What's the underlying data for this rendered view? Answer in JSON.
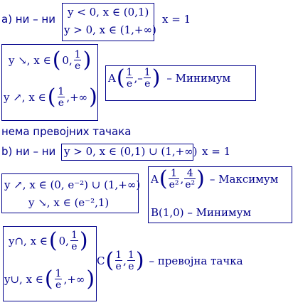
{
  "a": {
    "label": "a) ни – ни",
    "cond1": "y < 0, x ∈ (0,1)",
    "cond2": "y > 0, x ∈ (1,+∞)",
    "asym": "x = 1",
    "mono1_pre": "y ↘, x ∈",
    "mono1_open": "0,",
    "mono1_frac_num": "1",
    "mono1_frac_den": "e",
    "mono2_pre": "y ↗, x ∈",
    "mono2_frac_num": "1",
    "mono2_frac_den": "e",
    "mono2_close": ",+∞",
    "pointA_pre": "A",
    "pointA_fx_num": "1",
    "pointA_fx_den": "e",
    "pointA_sep": ",–",
    "pointA_fy_num": "1",
    "pointA_fy_den": "e",
    "pointA_label": "–  Минимум",
    "no_inflection": "нема превојних тачака"
  },
  "b": {
    "label": "b) ни – ни",
    "cond": "y > 0, x ∈ (0,1) ∪ (1,+∞)",
    "asym": "x = 1",
    "mono1": "y ↗, x ∈ (0, e⁻²) ∪ (1,+∞)",
    "mono2": "y ↘, x ∈ (e⁻²,1)",
    "pointA_pre": "A",
    "pointA_fx_num": "1",
    "pointA_fx_den": "e²",
    "pointA_sep": ",",
    "pointA_fy_num": "4",
    "pointA_fy_den": "e²",
    "pointA_label": "–  Максимум",
    "pointB": "B(1,0)  –  Минимум",
    "conv1_pre": "y∩, x ∈",
    "conv1_open": "0,",
    "conv1_frac_num": "1",
    "conv1_frac_den": "e",
    "conv2_pre": "y∪, x ∈",
    "conv2_frac_num": "1",
    "conv2_frac_den": "e",
    "conv2_close": ",+∞",
    "pointC_pre": "C",
    "pointC_fx_num": "1",
    "pointC_fx_den": "e",
    "pointC_sep": ",",
    "pointC_fy_num": "1",
    "pointC_fy_den": "e",
    "pointC_label": "–  превојна тачка"
  }
}
